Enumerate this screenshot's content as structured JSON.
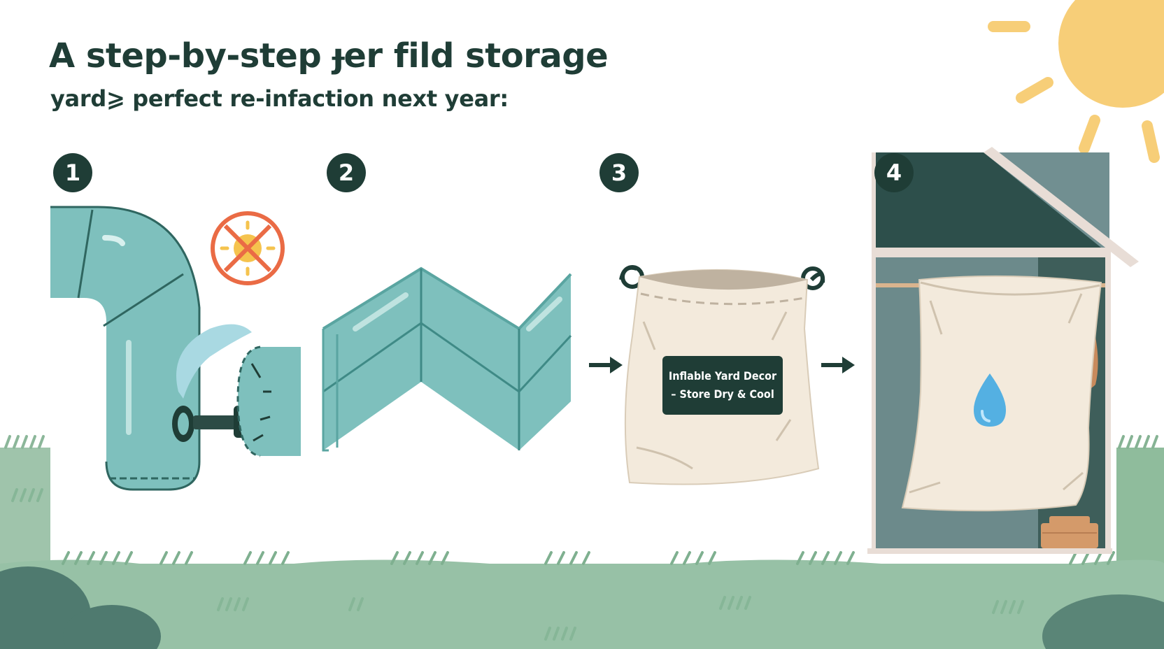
{
  "header": {
    "title": "A step-by-step ɟer fild storage",
    "subtitle": "yard⩾ perfect re-infaction next year:"
  },
  "steps": [
    {
      "number": "1"
    },
    {
      "number": "2"
    },
    {
      "number": "3"
    },
    {
      "number": "4"
    }
  ],
  "bag_label": {
    "line1": "Inflable Yard Decor",
    "line2": "– Store Dry & Cool"
  },
  "icons": [
    "no-sun-icon",
    "sun-icon",
    "arrow-right-icon",
    "water-drop-icon"
  ],
  "colors": {
    "dark_green": "#1f3d36",
    "inflatable_teal": "#7ec0bd",
    "grass": "#97c1a6",
    "canvas_bag": "#f3eadc",
    "sun": "#f7ce78",
    "no_sun_red": "#ea6b45"
  }
}
